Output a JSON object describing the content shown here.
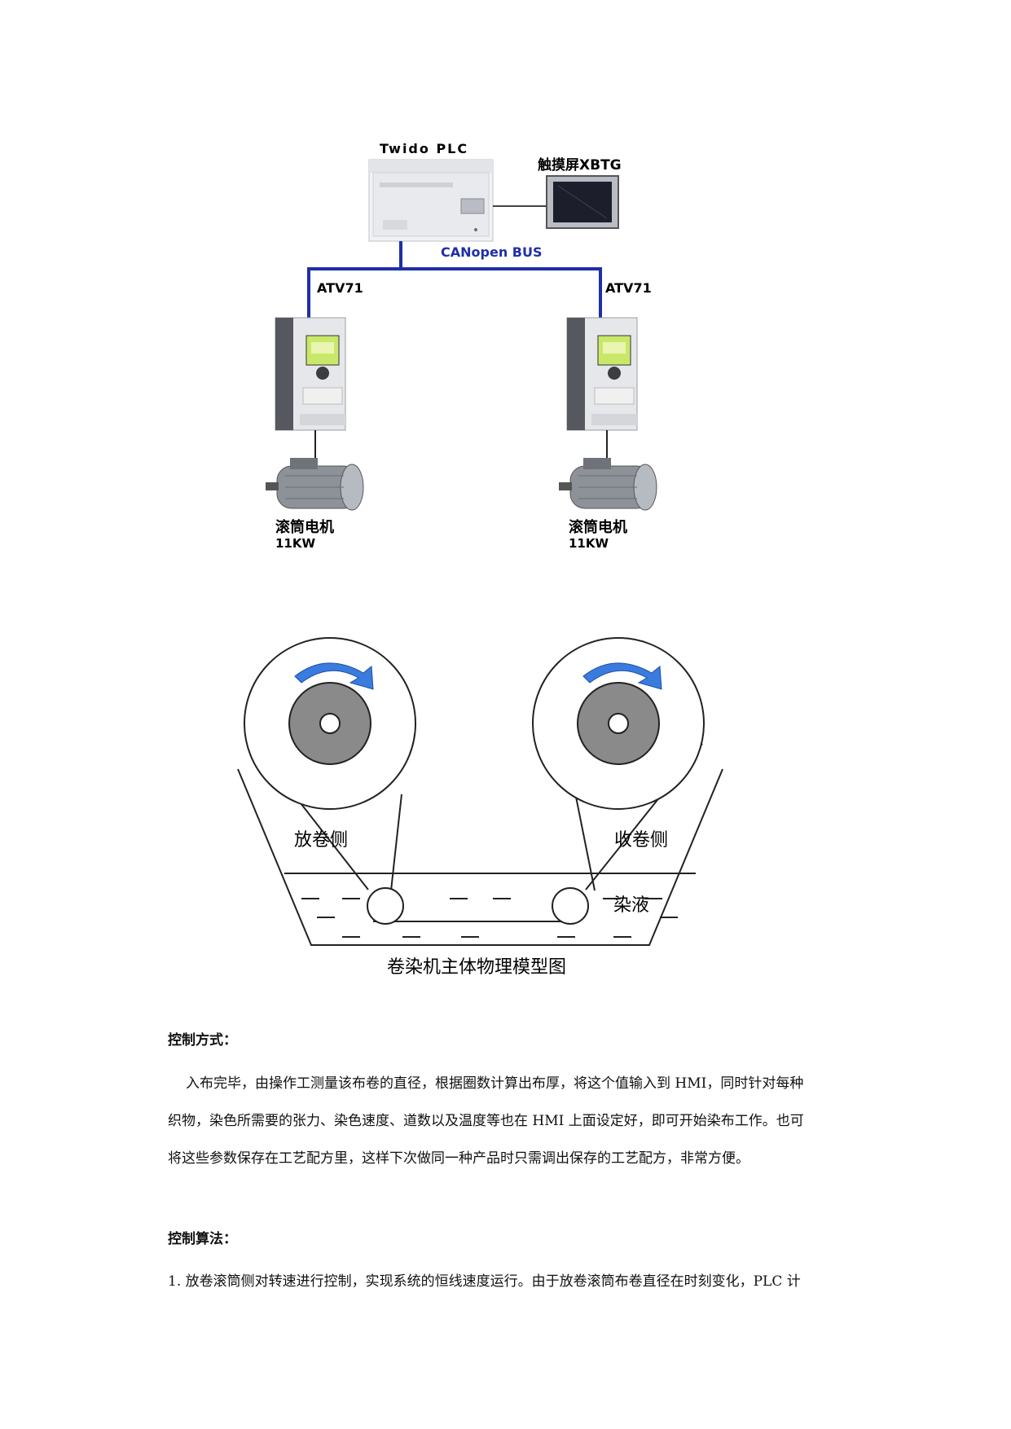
{
  "system_diagram": {
    "plc_label": "Twido PLC",
    "hmi_label": "触摸屏XBTG",
    "bus_label": "CANopen BUS",
    "drive_left_label": "ATV71",
    "drive_right_label": "ATV71",
    "motor_left_name": "滚筒电机",
    "motor_left_power": "11KW",
    "motor_right_name": "滚筒电机",
    "motor_right_power": "11KW",
    "colors": {
      "bus": "#1e2fa8",
      "arrow": "#3a7be0",
      "bus_text": "#1e2fa8"
    }
  },
  "model_diagram": {
    "unwind_label": "放卷侧",
    "rewind_label": "收卷侧",
    "liquid_label": "染液",
    "caption": "卷染机主体物理模型图"
  },
  "sections": {
    "control_mode_title": "控制方式：",
    "control_mode_lines": [
      "入布完毕，由操作工测量该布卷的直径，根据圈数计算出布厚，将这个值输入到 HMI，同时针对每种",
      "织物，染色所需要的张力、染色速度、道数以及温度等也在 HMI 上面设定好，即可开始染布工作。也可",
      "将这些参数保存在工艺配方里，这样下次做同一种产品时只需调出保存的工艺配方，非常方便。"
    ],
    "algorithm_title": "控制算法：",
    "algorithm_line1": "1. 放卷滚筒侧对转速进行控制，实现系统的恒线速度运行。由于放卷滚筒布卷直径在时刻变化，PLC 计"
  }
}
